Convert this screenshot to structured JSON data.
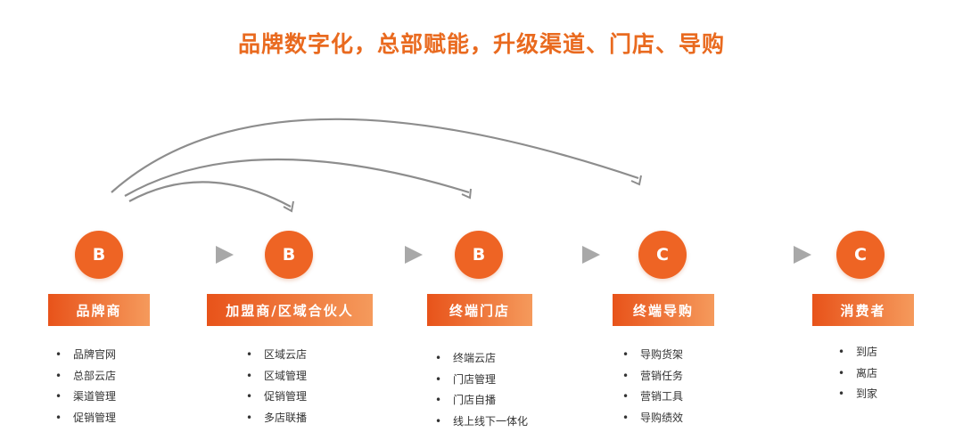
{
  "title": "品牌数字化，总部赋能，升级渠道、门店、导购",
  "accent_color": "#ee6424",
  "stages": [
    {
      "badge": "B",
      "label": "品牌商",
      "items": [
        "品牌官网",
        "总部云店",
        "渠道管理",
        "促销管理"
      ]
    },
    {
      "badge": "B",
      "label": "加盟商/区域合伙人",
      "items": [
        "区域云店",
        "区域管理",
        "促销管理",
        "多店联播"
      ]
    },
    {
      "badge": "B",
      "label": "终端门店",
      "items": [
        "终端云店",
        "门店管理",
        "门店自播",
        "线上线下一体化"
      ]
    },
    {
      "badge": "C",
      "label": "终端导购",
      "items": [
        "导购货架",
        "营销任务",
        "营销工具",
        "导购绩效"
      ]
    },
    {
      "badge": "C",
      "label": "消费者",
      "items": [
        "到店",
        "离店",
        "到家"
      ]
    }
  ]
}
